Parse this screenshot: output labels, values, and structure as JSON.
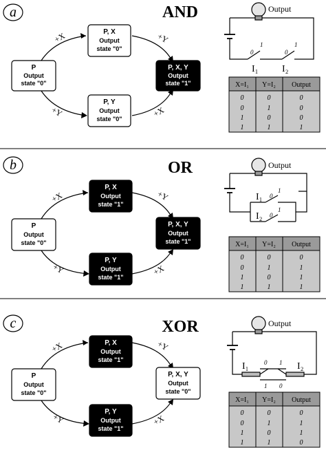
{
  "colors": {
    "ink": "#000000",
    "paper": "#ffffff",
    "table_header": "#9a9a9a",
    "table_cell": "#c8c8c8",
    "table_cell_dark": "#8c8c8c"
  },
  "panels": [
    {
      "letter": "a",
      "gate": "AND",
      "arrow_labels": {
        "top_left": "+X",
        "top_right": "+Y",
        "bottom_left": "+Y",
        "bottom_right": "+X"
      },
      "nodes": {
        "start": {
          "name": "P",
          "line1": "Output",
          "line2": "state \"0\"",
          "dark": false
        },
        "top": {
          "name": "P, X",
          "line1": "Output",
          "line2": "state \"0\"",
          "dark": false
        },
        "bottom": {
          "name": "P, Y",
          "line1": "Output",
          "line2": "state \"0\"",
          "dark": false
        },
        "end": {
          "name": "P, X, Y",
          "line1": "Output",
          "line2": "state \"1\"",
          "dark": true
        }
      },
      "circuit": {
        "output_label": "Output",
        "switch1": "I₁",
        "switch2": "I₂",
        "s1_off": "0",
        "s1_on": "1",
        "s2_off": "0",
        "s2_on": "1"
      },
      "table": {
        "headers": [
          "X=I₁",
          "Y=I₂",
          "Output"
        ],
        "rows": [
          [
            "0",
            "0",
            "0"
          ],
          [
            "0",
            "1",
            "0"
          ],
          [
            "1",
            "0",
            "0"
          ],
          [
            "1",
            "1",
            "1"
          ]
        ]
      }
    },
    {
      "letter": "b",
      "gate": "OR",
      "arrow_labels": {
        "top_left": "+X",
        "top_right": "+Y",
        "bottom_left": "+Y",
        "bottom_right": "+X"
      },
      "nodes": {
        "start": {
          "name": "P",
          "line1": "Output",
          "line2": "state \"0\"",
          "dark": false
        },
        "top": {
          "name": "P, X",
          "line1": "Output",
          "line2": "state \"1\"",
          "dark": true
        },
        "bottom": {
          "name": "P, Y",
          "line1": "Output",
          "line2": "state \"1\"",
          "dark": true
        },
        "end": {
          "name": "P, X, Y",
          "line1": "Output",
          "line2": "state \"1\"",
          "dark": true
        }
      },
      "circuit": {
        "output_label": "Output",
        "switch1": "I₁",
        "switch2": "I₂",
        "s1_off": "0",
        "s1_on": "1",
        "s2_off": "0",
        "s2_on": "1"
      },
      "table": {
        "headers": [
          "X=I₁",
          "Y=I₂",
          "Output"
        ],
        "rows": [
          [
            "0",
            "0",
            "0"
          ],
          [
            "0",
            "1",
            "1"
          ],
          [
            "1",
            "0",
            "1"
          ],
          [
            "1",
            "1",
            "1"
          ]
        ]
      }
    },
    {
      "letter": "c",
      "gate": "XOR",
      "arrow_labels": {
        "top_left": "+X",
        "top_right": "+Y",
        "bottom_left": "+Y",
        "bottom_right": "+X"
      },
      "nodes": {
        "start": {
          "name": "P",
          "line1": "Output",
          "line2": "state \"0\"",
          "dark": false
        },
        "top": {
          "name": "P, X",
          "line1": "Output",
          "line2": "state \"1\"",
          "dark": true
        },
        "bottom": {
          "name": "P, Y",
          "line1": "Output",
          "line2": "state \"1\"",
          "dark": true
        },
        "end": {
          "name": "P, X, Y",
          "line1": "Output",
          "line2": "state \"0\"",
          "dark": false
        }
      },
      "circuit": {
        "output_label": "Output",
        "switch1": "I₁",
        "switch2": "I₂",
        "s1_off": "0",
        "s1_on": "1",
        "s2_off": "1",
        "s2_on": "0"
      },
      "table": {
        "headers": [
          "X=I₁",
          "Y=I₂",
          "Output"
        ],
        "rows": [
          [
            "0",
            "0",
            "0"
          ],
          [
            "0",
            "1",
            "1"
          ],
          [
            "1",
            "0",
            "1"
          ],
          [
            "1",
            "1",
            "0"
          ]
        ]
      }
    }
  ]
}
